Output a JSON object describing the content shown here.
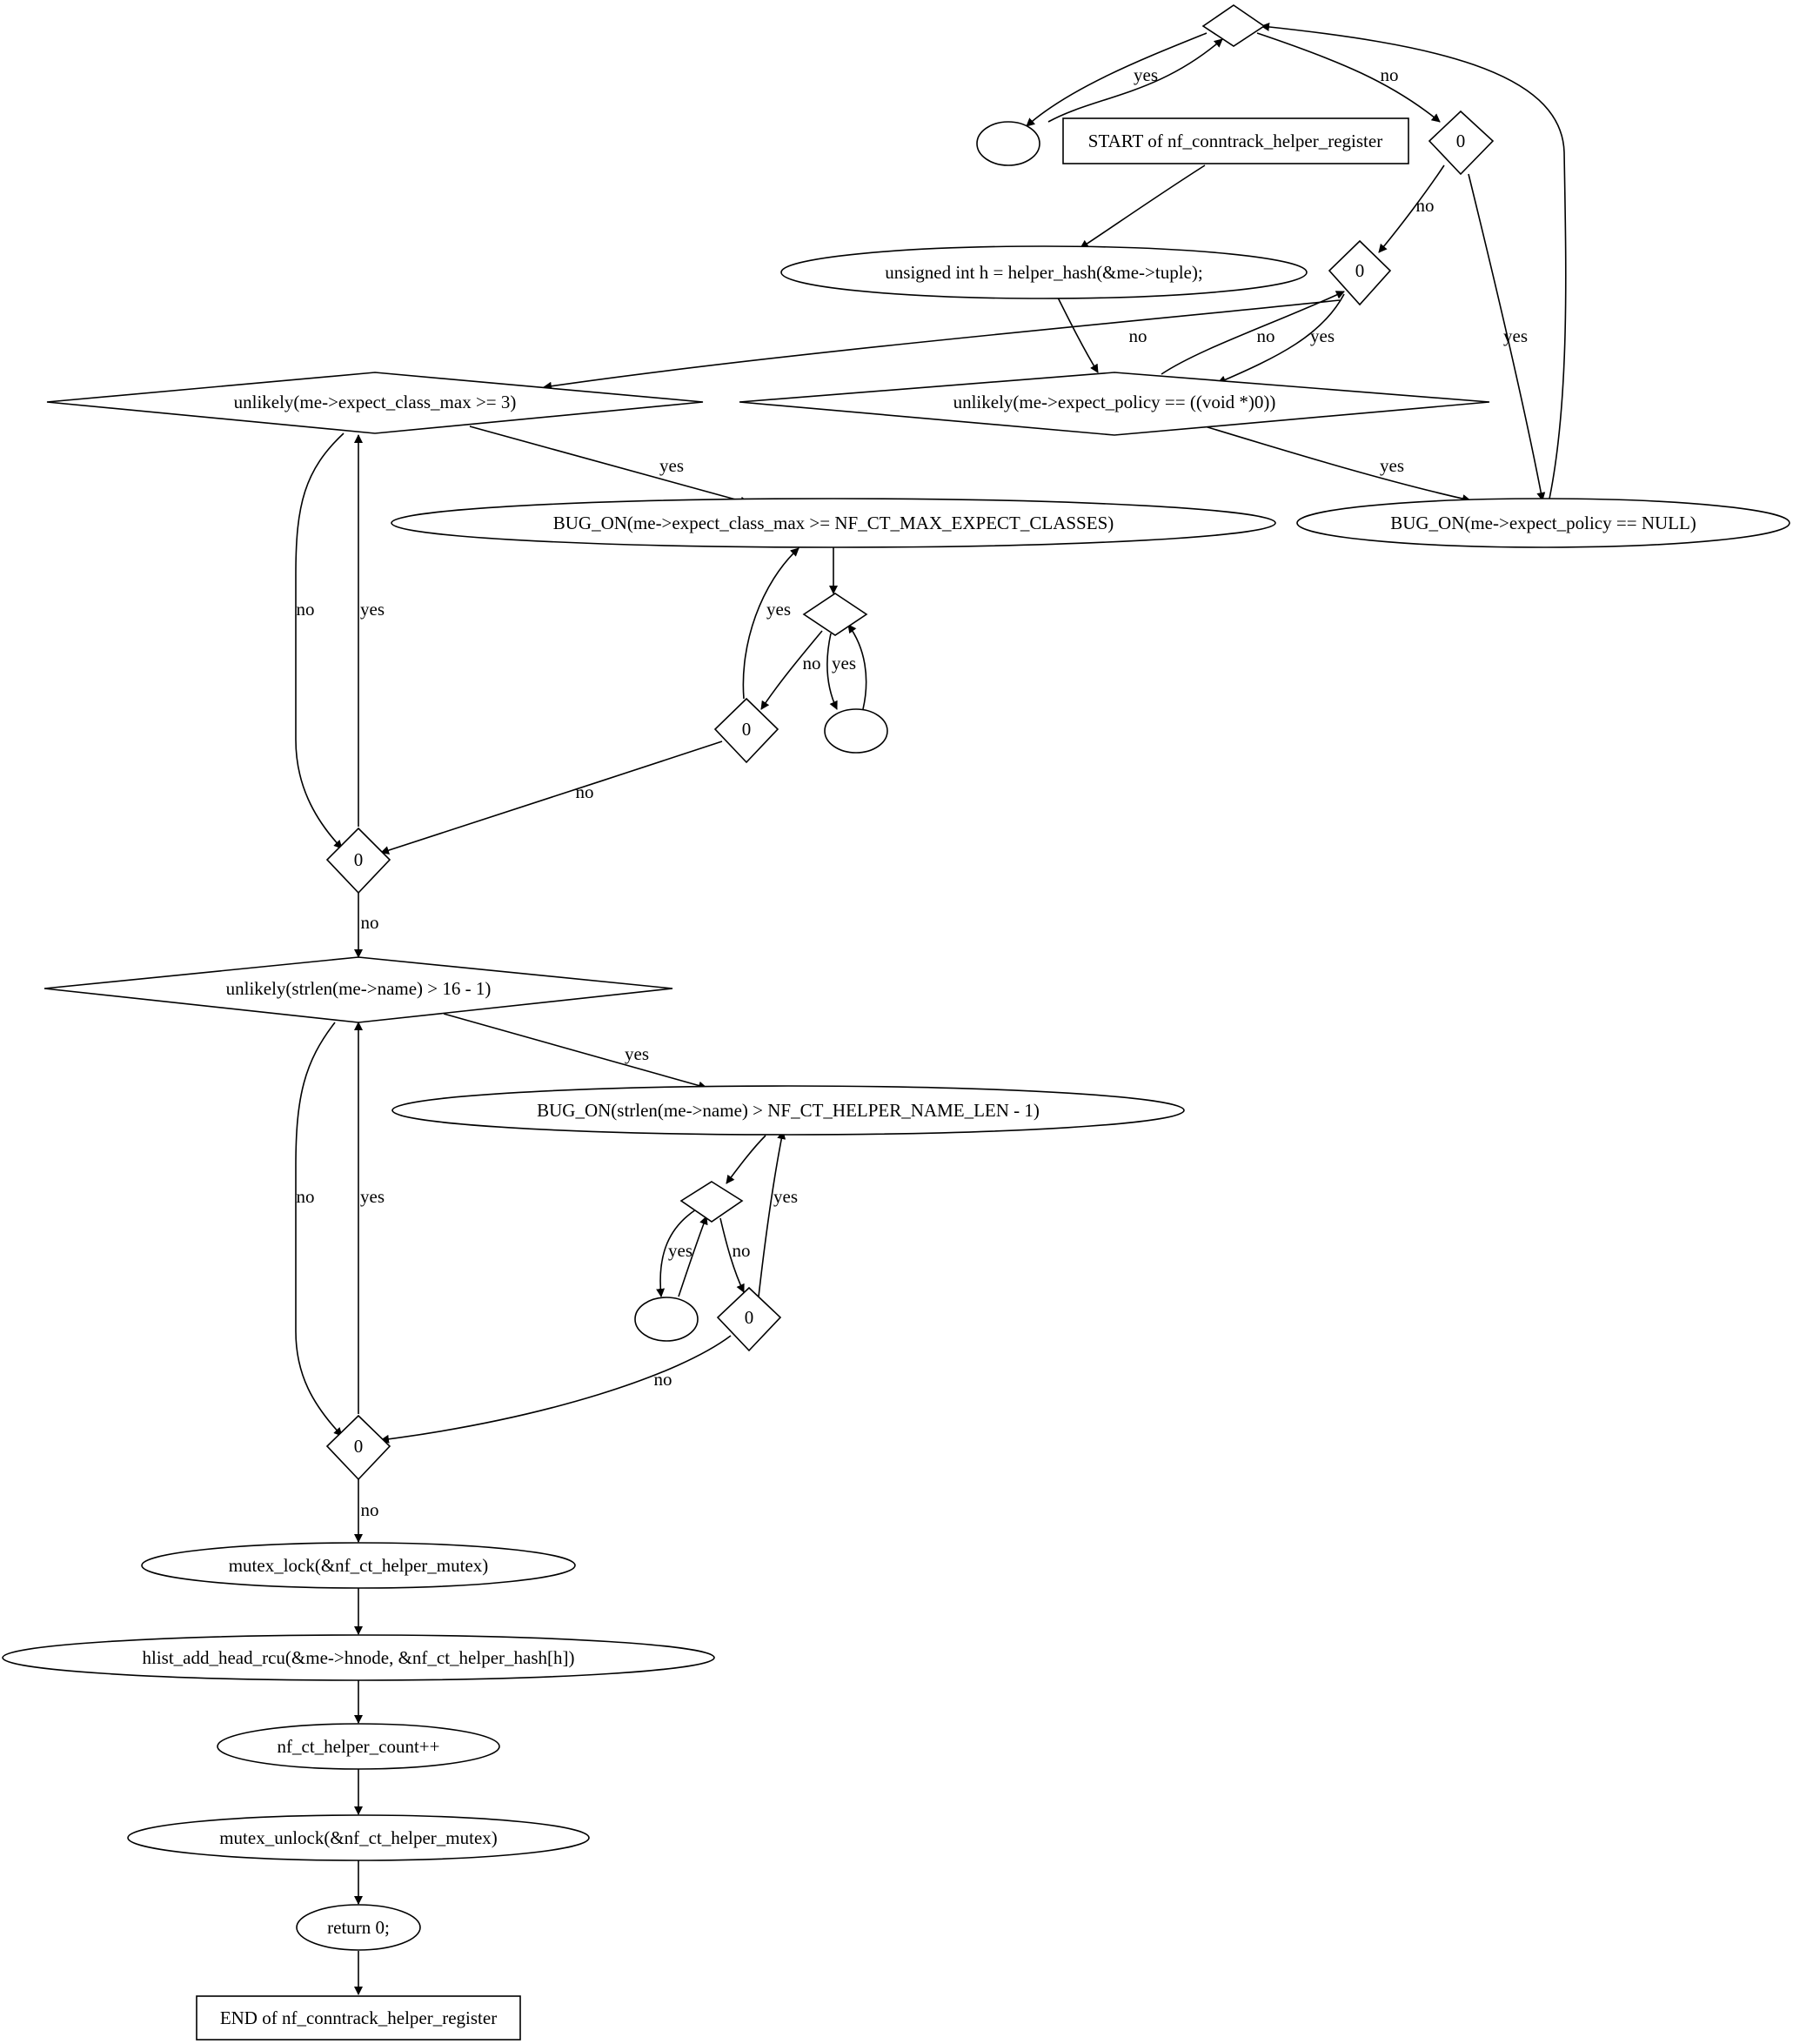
{
  "nodes": {
    "start": {
      "label": "START of nf_conntrack_helper_register"
    },
    "hash": {
      "label": "unsigned int h = helper_hash(&me->tuple);"
    },
    "policy_check": {
      "label": "unlikely(me->expect_policy == ((void *)0))"
    },
    "policy_bug": {
      "label": "BUG_ON(me->expect_policy == NULL)"
    },
    "loop1_diamond": {
      "label": ""
    },
    "loop1_ellipse": {
      "label": ""
    },
    "loop1_zero_a": {
      "label": "0"
    },
    "loop1_zero_b": {
      "label": "0"
    },
    "class_check": {
      "label": "unlikely(me->expect_class_max >= 3)"
    },
    "class_bug": {
      "label": "BUG_ON(me->expect_class_max >= NF_CT_MAX_EXPECT_CLASSES)"
    },
    "loop2_diamond": {
      "label": ""
    },
    "loop2_ellipse": {
      "label": ""
    },
    "loop2_zero": {
      "label": "0"
    },
    "class_zero": {
      "label": "0"
    },
    "name_check": {
      "label": "unlikely(strlen(me->name) > 16 - 1)"
    },
    "name_bug": {
      "label": "BUG_ON(strlen(me->name) > NF_CT_HELPER_NAME_LEN - 1)"
    },
    "loop3_diamond": {
      "label": ""
    },
    "loop3_ellipse": {
      "label": ""
    },
    "loop3_zero": {
      "label": "0"
    },
    "name_zero": {
      "label": "0"
    },
    "mutex_lock": {
      "label": "mutex_lock(&nf_ct_helper_mutex)",
      "fill": "#add8e6"
    },
    "hlist_add": {
      "label": "hlist_add_head_rcu(&me->hnode, &nf_ct_helper_hash[h])"
    },
    "count_inc": {
      "label": "nf_ct_helper_count++"
    },
    "mutex_unlock": {
      "label": "mutex_unlock(&nf_ct_helper_mutex)",
      "fill": "#ffff00"
    },
    "return": {
      "label": "return 0;"
    },
    "end": {
      "label": "END of nf_conntrack_helper_register"
    }
  },
  "edge_labels": {
    "yes": "yes",
    "no": "no"
  }
}
